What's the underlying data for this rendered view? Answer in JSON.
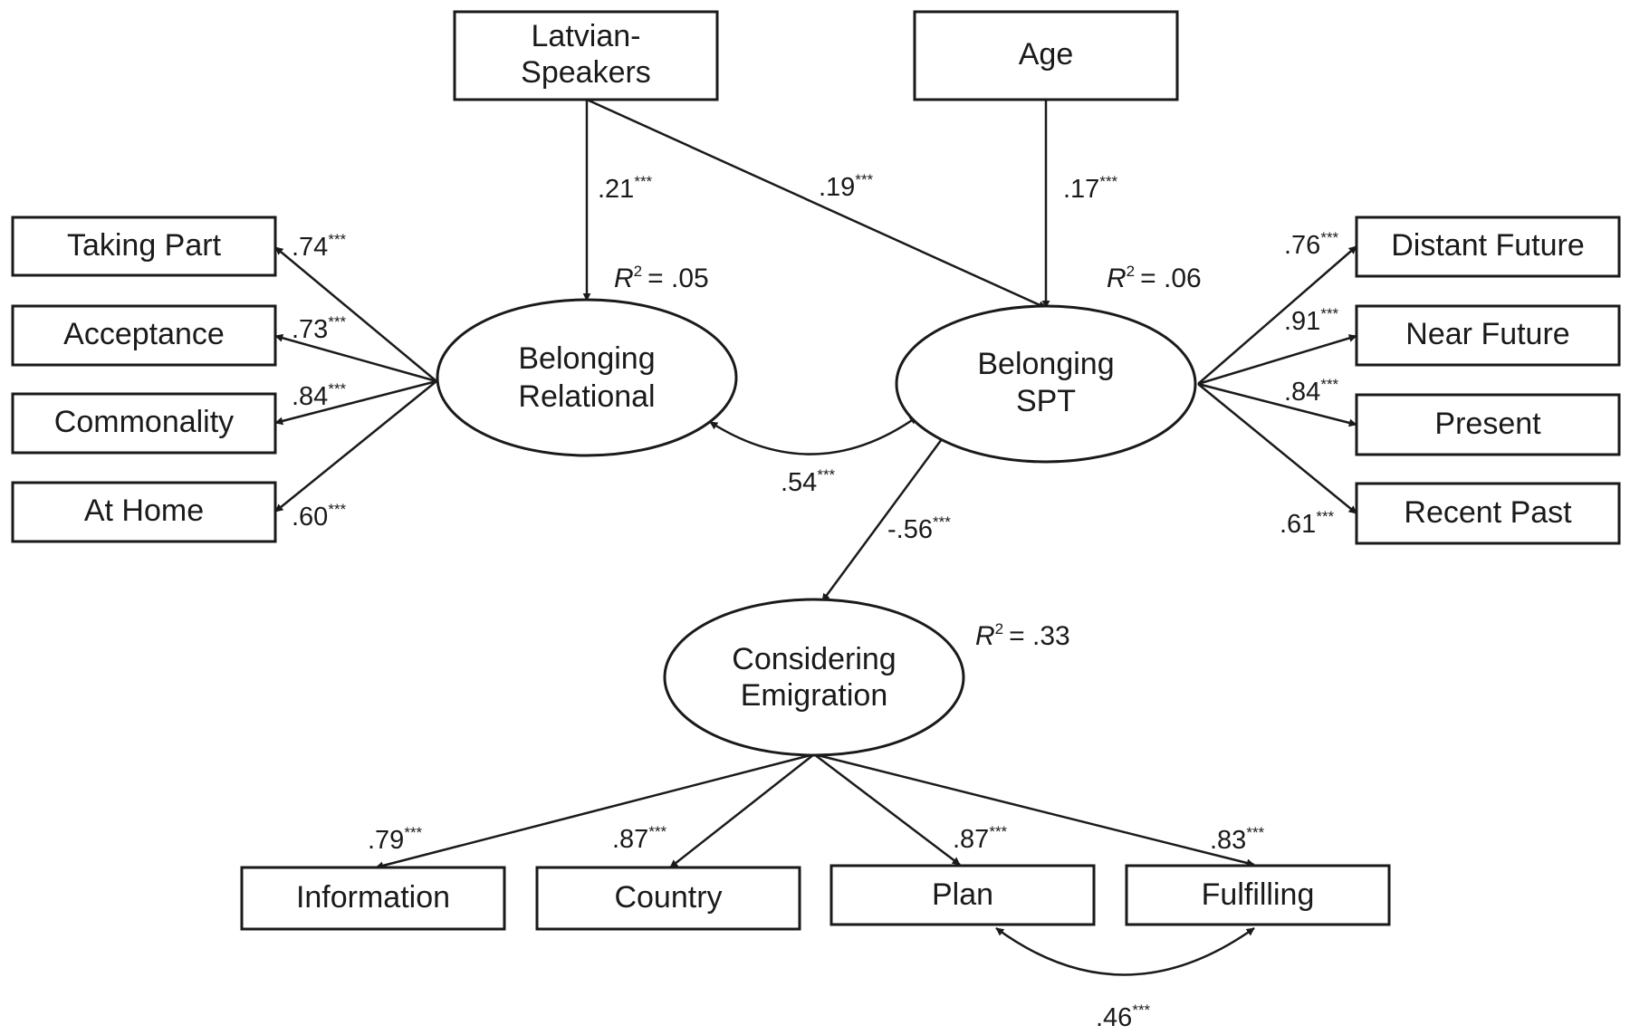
{
  "observed": {
    "latvian_speakers": [
      "Latvian-",
      "Speakers"
    ],
    "age": "Age",
    "taking_part": "Taking Part",
    "acceptance": "Acceptance",
    "commonality": "Commonality",
    "at_home": "At Home",
    "distant_future": "Distant Future",
    "near_future": "Near Future",
    "present": "Present",
    "recent_past": "Recent Past",
    "information": "Information",
    "country": "Country",
    "plan": "Plan",
    "fulfilling": "Fulfilling"
  },
  "latent": {
    "belonging_relational": [
      "Belonging",
      "Relational"
    ],
    "belonging_spt": [
      "Belonging",
      "SPT"
    ],
    "considering_emigration": [
      "Considering",
      "Emigration"
    ]
  },
  "paths": {
    "latvian_to_relational": {
      "value": ".21",
      "sig": "***"
    },
    "latvian_to_spt": {
      "value": ".19",
      "sig": "***"
    },
    "age_to_spt": {
      "value": ".17",
      "sig": "***"
    },
    "relational_spt_cov": {
      "value": ".54",
      "sig": "***"
    },
    "spt_to_emigration": {
      "value": "-.56",
      "sig": "***"
    },
    "plan_fulfilling_cov": {
      "value": ".46",
      "sig": "***"
    }
  },
  "loadings": {
    "taking_part": {
      "value": ".74",
      "sig": "***"
    },
    "acceptance": {
      "value": ".73",
      "sig": "***"
    },
    "commonality": {
      "value": ".84",
      "sig": "***"
    },
    "at_home": {
      "value": ".60",
      "sig": "***"
    },
    "distant_future": {
      "value": ".76",
      "sig": "***"
    },
    "near_future": {
      "value": ".91",
      "sig": "***"
    },
    "present": {
      "value": ".84",
      "sig": "***"
    },
    "recent_past": {
      "value": ".61",
      "sig": "***"
    },
    "information": {
      "value": ".79",
      "sig": "***"
    },
    "country": {
      "value": ".87",
      "sig": "***"
    },
    "plan": {
      "value": ".87",
      "sig": "***"
    },
    "fulfilling": {
      "value": ".83",
      "sig": "***"
    }
  },
  "r_squared": {
    "symbol": "R",
    "power": "2",
    "relational": "= .05",
    "spt": "= .06",
    "emigration": "= .33"
  }
}
